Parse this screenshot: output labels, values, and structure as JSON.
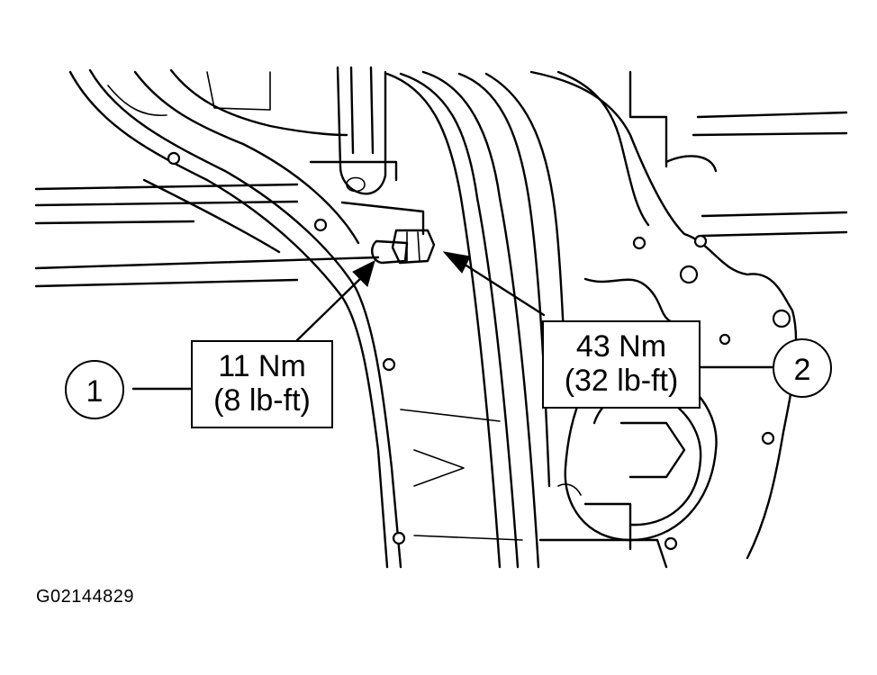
{
  "callouts": [
    {
      "number": "1",
      "torque_nm": "11 Nm",
      "torque_lbft": "(8 lb-ft)"
    },
    {
      "number": "2",
      "torque_nm": "43 Nm",
      "torque_lbft": "(32 lb-ft)"
    }
  ],
  "figure_id": "G02144829"
}
